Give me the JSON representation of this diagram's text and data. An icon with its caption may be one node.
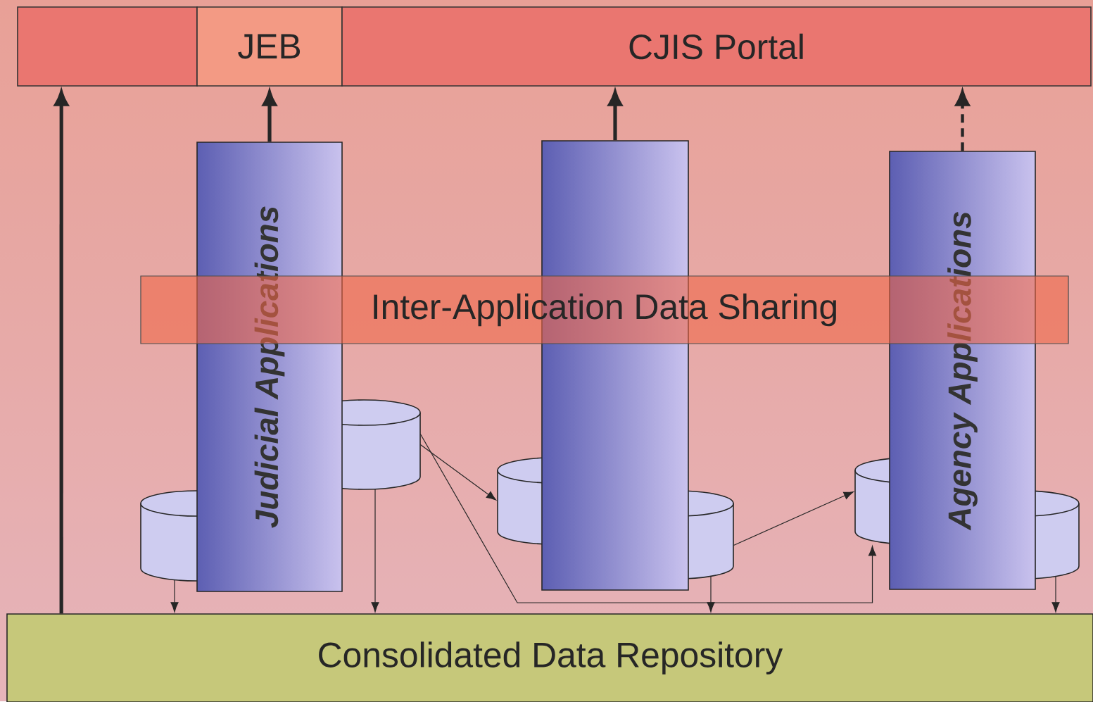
{
  "diagram": {
    "nodes": [
      {
        "text": [],
        "shape": "box"
      },
      {
        "text": [
          "JEB"
        ]
      },
      {
        "text": [
          "CJIS Portal"
        ]
      },
      {
        "text": [
          "Judicial Applications"
        ]
      },
      {
        "text": [],
        "shape": "box"
      },
      {
        "text": [
          "Agency Applications"
        ]
      },
      {
        "text": [
          "Inter-Application Data Sharing"
        ]
      },
      {
        "text": [],
        "shape": "cylinder"
      },
      {
        "text": [],
        "shape": "cylinder"
      },
      {
        "text": [],
        "shape": "cylinder"
      },
      {
        "text": [],
        "shape": "cylinder"
      },
      {
        "text": [],
        "shape": "cylinder"
      },
      {
        "text": [],
        "shape": "cylinder"
      },
      {
        "text": [
          "Consolidated Data Repository"
        ]
      }
    ],
    "edges": [
      {
        "from": 13,
        "to": 0,
        "arrow": "to",
        "style": "thick"
      },
      {
        "from": 3,
        "to": 1,
        "arrow": "to",
        "style": "thick"
      },
      {
        "from": 4,
        "to": 2,
        "arrow": "to",
        "style": "thick"
      },
      {
        "from": 5,
        "to": 2,
        "arrow": "to",
        "style": "dashed"
      },
      {
        "from": 8,
        "to": 9,
        "arrow": "to"
      },
      {
        "from": 8,
        "to": 11,
        "arrow": "to"
      },
      {
        "from": 10,
        "to": 11,
        "arrow": "to"
      },
      {
        "from": 7,
        "to": 13,
        "arrow": "to"
      },
      {
        "from": 8,
        "to": 13,
        "arrow": "to"
      },
      {
        "from": 10,
        "to": 13,
        "arrow": "to"
      },
      {
        "from": 12,
        "to": 13,
        "arrow": "to"
      }
    ]
  }
}
